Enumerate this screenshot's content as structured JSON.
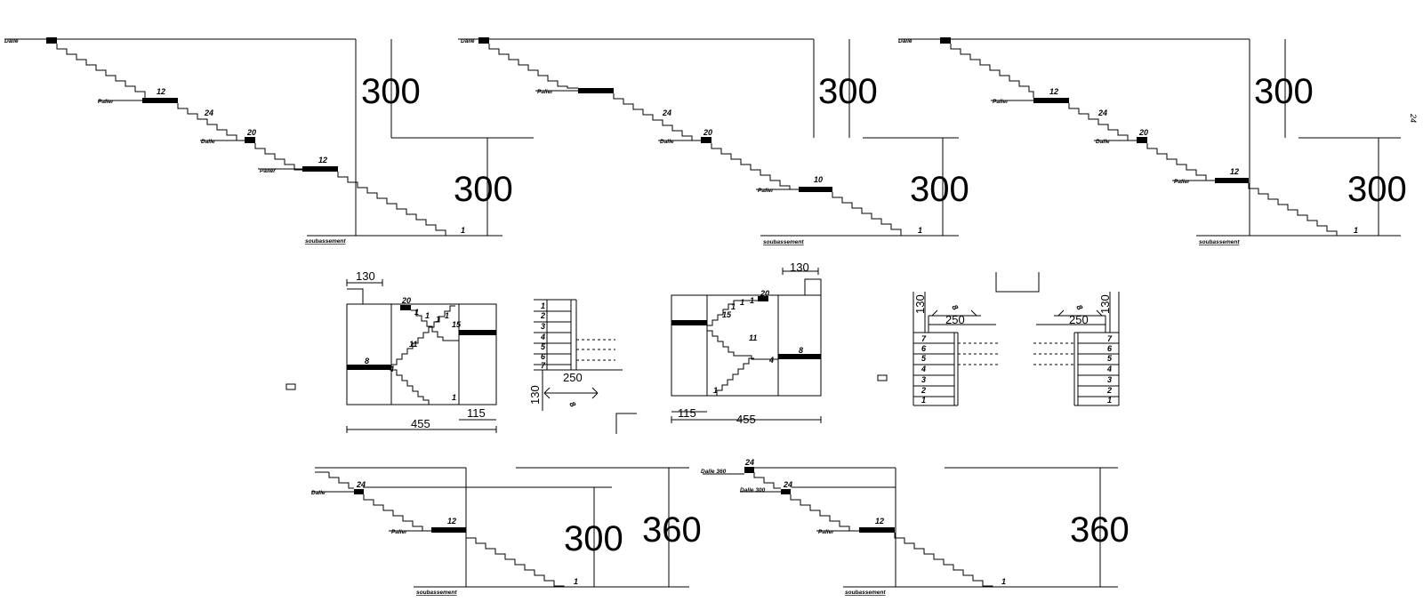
{
  "labels": {
    "dalle": "Dalle",
    "palier": "Palier",
    "soubassement": "soubassement",
    "dalle_360": "Dalle 360",
    "dalle_300": "Dalle 300",
    "margin_note": "24"
  },
  "heights": {
    "h300": "300",
    "h360": "360"
  },
  "dims": {
    "d130": "130",
    "d250": "250",
    "d455": "455",
    "d115": "115"
  },
  "steps": {
    "s1": "1",
    "s2": "2",
    "s3": "3",
    "s4": "4",
    "s5": "5",
    "s6": "6",
    "s7": "7",
    "s8": "8",
    "s10": "10",
    "s11": "11",
    "s12": "12",
    "s15": "15",
    "s20": "20",
    "s24": "24"
  }
}
